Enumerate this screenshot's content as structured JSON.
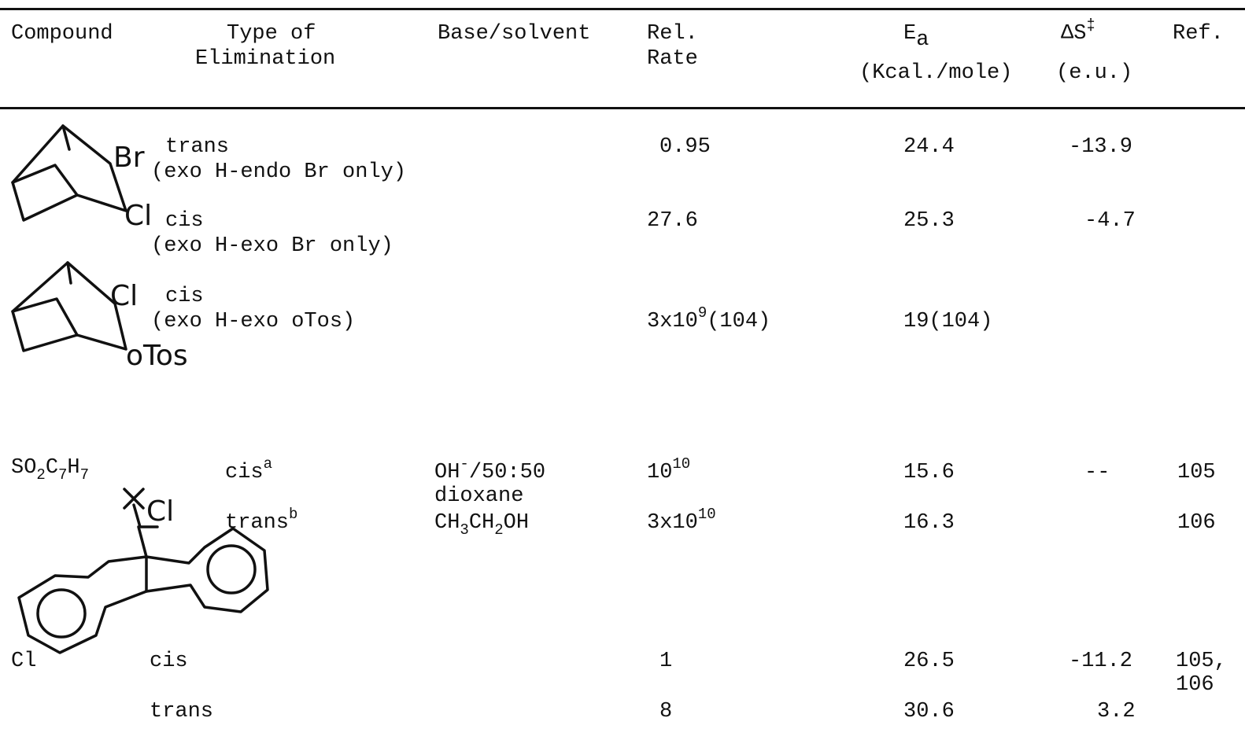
{
  "header": {
    "compound": "Compound",
    "type_line1": "Type of",
    "type_line2": "Elimination",
    "base": "Base/solvent",
    "rel_line1": "Rel.",
    "rel_line2": "Rate",
    "ea_main": "E",
    "ea_sub": "a",
    "ea_units": "(Kcal./mole)",
    "ds_main": "ΔS",
    "ds_sup": "‡",
    "ds_units": "(e.u.)",
    "ref": "Ref."
  },
  "structure_labels": {
    "br": "Br",
    "cl1": "Cl",
    "cl2": "Cl",
    "otos": "oTos",
    "so2c7h7_a": "SO",
    "so2c7h7_b": "2",
    "so2c7h7_c": "C",
    "so2c7h7_d": "7",
    "so2c7h7_e": "H",
    "so2c7h7_f": "7",
    "cl3": "Cl",
    "cl4": "Cl"
  },
  "rows": {
    "r1_type1": "trans",
    "r1_type2": "(exo H-endo Br only)",
    "r1_rate": "0.95",
    "r1_ea": "24.4",
    "r1_ds": "-13.9",
    "r2_type1": "cis",
    "r2_type2": "(exo H-exo Br only)",
    "r2_rate": "27.6",
    "r2_ea": "25.3",
    "r2_ds": "-4.7",
    "r3_type1": "cis",
    "r3_type2": "(exo H-exo oTos)",
    "r3_rate_base": "3x10",
    "r3_rate_exp": "9",
    "r3_rate_ref": "(104)",
    "r3_ea": "19(104)",
    "r4_type": "cis",
    "r4_type_sup": "a",
    "r4_base1_a": "OH",
    "r4_base1_sup": "-",
    "r4_base1_b": "/50:50",
    "r4_base2": "dioxane",
    "r4_rate_base": "10",
    "r4_rate_exp": "10",
    "r4_ea": "15.6",
    "r4_ds": "--",
    "r4_ref": "105",
    "r5_type": "trans",
    "r5_type_sup": "b",
    "r5_base_a": "CH",
    "r5_base_s1": "3",
    "r5_base_b": "CH",
    "r5_base_s2": "2",
    "r5_base_c": "OH",
    "r5_rate_base": "3x10",
    "r5_rate_exp": "10",
    "r5_ea": "16.3",
    "r5_ref": "106",
    "r6_type": "cis",
    "r6_rate": "1",
    "r6_ea": "26.5",
    "r6_ds": "-11.2",
    "r6_ref1": "105,",
    "r6_ref2": "106",
    "r7_type": "trans",
    "r7_rate": "8",
    "r7_ea": "30.6",
    "r7_ds": "3.2"
  }
}
